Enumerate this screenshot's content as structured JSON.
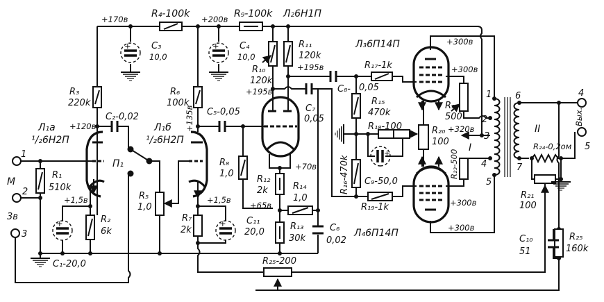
{
  "labels": {
    "v170": "+170в",
    "r4": "R₄-100k",
    "v200": "+200в",
    "r9": "R₉-100k",
    "l2": "Л₂6Н1П",
    "c3": "C₃",
    "c3v": "10,0",
    "c4": "C₄",
    "c4v": "10,0",
    "r11": "R₁₁",
    "r11v": "120k",
    "v195a": "+195в",
    "r10": "R₁₀",
    "r10v": "120k",
    "v195b": "+195в",
    "l3": "Л₃6П14П",
    "r17": "R₁₇-1k",
    "v300a": "+300в",
    "v300b": "+300в",
    "r3": "R₃",
    "r3v": "220k",
    "c2": "C₂-0,02",
    "r6": "R₆",
    "r6v": "100k",
    "v135": "+135в",
    "c5": "C₅-0,05",
    "c7": "C₇",
    "c7v": "0,05",
    "c8": "C₈-",
    "c8v": "0,05",
    "r15": "R₁₅",
    "r15v": "470k",
    "r22": "R₂₂",
    "r22v": "500",
    "v320": "+320в",
    "l1a": "Л₁а",
    "l1a_type": "¹/₂6Н2П",
    "v120": "+120в",
    "l1b": "Л₁б",
    "l1b_type": "¹/₂6Н2П",
    "r18": "R₁₈-100",
    "r20": "R₂₀",
    "r20v": "100",
    "wind1": "I",
    "wind2": "II",
    "r24": "R₂₄-0,2ом",
    "out": "Вых.",
    "t1": "1",
    "t2": "2",
    "t3": "3",
    "m": "М",
    "v3": "3в",
    "p1": "П₁",
    "r1": "R₁",
    "r1v": "510k",
    "r2": "R₂",
    "r2v": "6k",
    "v15a": "+1,5в",
    "c1": "C₁-20,0",
    "r5": "R₅",
    "r5v": "1,0",
    "r7": "R₇",
    "r7v": "2k",
    "v15b": "+1,5в",
    "c11": "C₁₁",
    "c11v": "20,0",
    "r8": "R₈",
    "r8v": "1,0",
    "v70": "+70в",
    "r12": "R₁₂",
    "r12v": "2k",
    "r14": "R₁₄",
    "r14v": "1,0",
    "v65": "+65в",
    "r13": "R₁₃",
    "r13v": "30k",
    "c6": "C₆",
    "c6v": "0,02",
    "r16": "R₁₆-470k",
    "c9": "C₉-50,0",
    "r19": "R₁₉-1k",
    "r23": "R₂₃-500",
    "l4": "Л₄6П14П",
    "v300c": "+300в",
    "v300d": "+300в",
    "r25a": "R₂₅-200",
    "r21": "R₂₁",
    "r21v": "100",
    "c10": "C₁₀",
    "c10v": "51",
    "r25b": "R₂₅",
    "r25bv": "160k",
    "p1n": "1",
    "p2n": "2",
    "p3n": "3",
    "p4n": "4",
    "p5n": "5",
    "s4": "4",
    "s5": "5",
    "s6": "6",
    "s7": "7"
  }
}
